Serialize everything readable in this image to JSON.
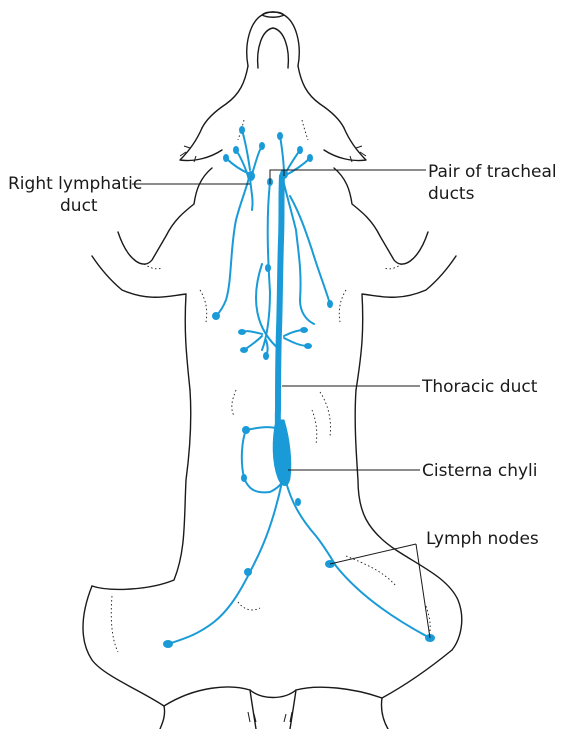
{
  "figure": {
    "body_outline_color": "#1a1a1a",
    "lymph_color": "#1a9bd7",
    "leader_line_color": "#1a1a1a"
  },
  "labels": {
    "right_lymphatic_duct": [
      "Right lymphatic",
      "duct"
    ],
    "tracheal_ducts": [
      "Pair of tracheal",
      "ducts"
    ],
    "thoracic_duct": "Thoracic duct",
    "cisterna_chyli": "Cisterna chyli",
    "lymph_nodes": "Lymph nodes"
  }
}
